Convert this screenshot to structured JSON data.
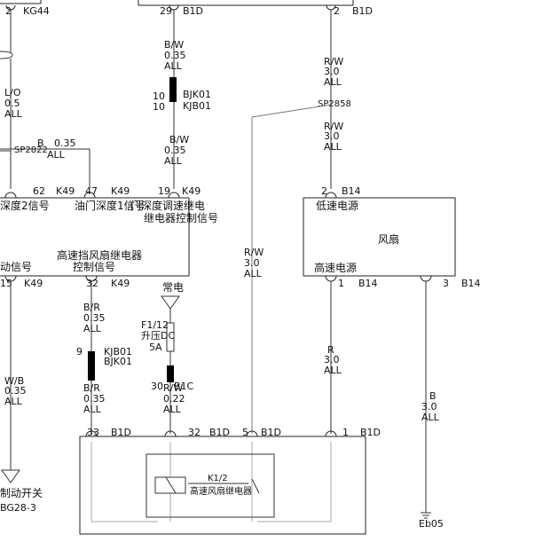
{
  "top_left": {
    "pin": "2",
    "conn": "KG44"
  },
  "top_mid": {
    "pin": "29",
    "conn": "B1D"
  },
  "top_right": {
    "pin": "2",
    "conn": "B1D"
  },
  "wire_lo": {
    "color": "L/O",
    "gauge": "0.5",
    "opt": "ALL"
  },
  "sp2822": {
    "label": "SP2822"
  },
  "wire_b_left": {
    "color": "B",
    "gauge": "0.35",
    "opt": "ALL"
  },
  "wire_bw_top": {
    "color": "B/W",
    "gauge": "0.35",
    "opt": "ALL"
  },
  "bjk01_top": {
    "pin_a": "10",
    "pin_b": "10",
    "conn_a": "BJK01",
    "conn_b": "KJB01"
  },
  "wire_bw_mid": {
    "color": "B/W",
    "gauge": "0.35",
    "opt": "ALL"
  },
  "wire_rw_top": {
    "color": "R/W",
    "gauge": "3.0",
    "opt": "ALL"
  },
  "sp2858": {
    "label": "SP2858"
  },
  "wire_rw_mid": {
    "color": "R/W",
    "gauge": "3.0",
    "opt": "ALL"
  },
  "k49_pins": {
    "p62": "62",
    "k62": "K49",
    "p47": "47",
    "k47": "K49",
    "p19": "19",
    "k19": "K49"
  },
  "k49_box": {
    "sig_depth2": "深度2信号",
    "sig_depth1": "油门深度1信号",
    "sig_fan_a": "门深度调速继电",
    "sig_fan_b": "继电器控制信号",
    "sig_high_a": "高速挡风扇继电器",
    "sig_high_b": "控制信号",
    "sig_brake": "制动信号",
    "p15": "15",
    "k15": "K49",
    "p32": "32",
    "k32": "K49"
  },
  "fan_box": {
    "pin_top": "2",
    "conn_top": "B14",
    "low_power": "低速电源",
    "title": "风扇",
    "high_power": "高速电源",
    "pin1": "1",
    "conn1": "B14",
    "pin3": "3",
    "conn3": "B14"
  },
  "wire_rw_long": {
    "color": "R/W",
    "gauge": "3.0",
    "opt": "ALL"
  },
  "changdian": {
    "label": "常电"
  },
  "fuse": {
    "name": "F1/12",
    "desc": "升压DC",
    "rating": "5A"
  },
  "wire_br_top": {
    "color": "B/R",
    "gauge": "0.35",
    "opt": "ALL"
  },
  "kjb01_mid": {
    "pin": "9",
    "conn_a": "KJB01",
    "conn_b": "BJK01"
  },
  "wire_br_bot": {
    "color": "B/R",
    "gauge": "0.35",
    "opt": "ALL"
  },
  "b1c": {
    "pin": "30",
    "conn": "B1C"
  },
  "wire_rw_thin": {
    "color": "R/W",
    "gauge": "0.22",
    "opt": "ALL"
  },
  "wire_r": {
    "color": "R",
    "gauge": "3.0",
    "opt": "ALL"
  },
  "wire_b_ground": {
    "color": "B",
    "gauge": "3.0",
    "opt": "ALL"
  },
  "wire_wb": {
    "color": "W/B",
    "gauge": "0.35",
    "opt": "ALL"
  },
  "brake_switch": {
    "name": "制动开关",
    "code": "BG28-3"
  },
  "ground": {
    "label": "Eb05"
  },
  "b1d_pins": {
    "p33": "33",
    "k33": "B1D",
    "p32": "32",
    "k32": "B1D",
    "p5": "5",
    "k5": "B1D",
    "p1": "1",
    "k1": "B1D"
  },
  "relay": {
    "name": "K1/2",
    "desc": "高速风扇继电器"
  }
}
